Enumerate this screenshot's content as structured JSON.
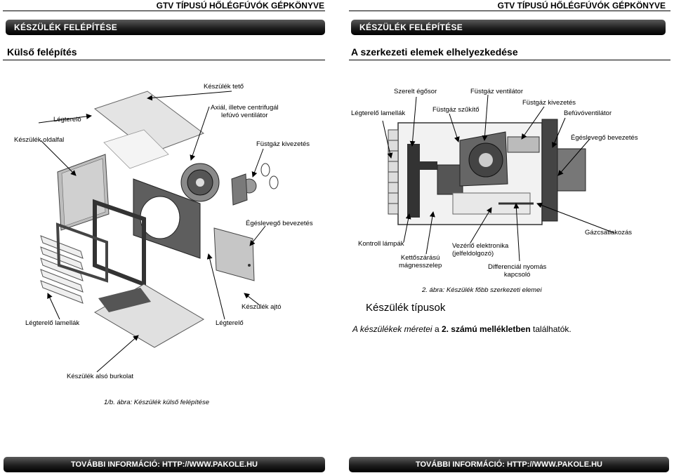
{
  "left": {
    "running_header": "GTV TÍPUSÚ HŐLÉGFÚVÓK GÉPKÖNYVE",
    "section_bar": "KÉSZÜLÉK FELÉPÍTÉSE",
    "subtitle": "Külső felépítés",
    "labels": {
      "top": "Készülék tető",
      "fan": "Axiál, illetve centrifugál\nlefúvó ventilátor",
      "deflector": "Légterelő",
      "side": "Készülék oldalfal",
      "flue": "Füstgáz kivezetés",
      "combustion": "Égéslevegő bevezetés",
      "deflector_slats": "Légterelő lamellák",
      "deflector2": "Légterelő",
      "door": "Készülék ajtó",
      "bottom": "Készülék alsó burkolat"
    },
    "caption": "1/b. ábra: Készülék külső felépítése",
    "footer": "TOVÁBBI INFORMÁCIÓ: HTTP://WWW.PAKOLE.HU"
  },
  "right": {
    "running_header": "GTV TÍPUSÚ HŐLÉGFÚVÓK GÉPKÖNYVE",
    "section_bar": "KÉSZÜLÉK FELÉPÍTÉSE",
    "subtitle": "A szerkezeti elemek elhelyezkedése",
    "labels": {
      "burner": "Szerelt égősor",
      "flue_fan": "Füstgáz ventilátor",
      "flue_narrow": "Füstgáz szűkítő",
      "flue_out": "Füstgáz kivezetés",
      "blower": "Befúvóventilátor",
      "slats": "Légterelő lamellák",
      "combustion": "Égéslevegő bevezetés",
      "gas": "Gázcsatlakozás",
      "lamps": "Kontroll lámpák",
      "valve": "Kettőszárású\nmágnesszelep",
      "electronics": "Vezérlő elektronika\n(jelfeldolgozó)",
      "pressure": "Differenciál nyomás\nkapcsoló"
    },
    "caption": "2. ábra: Készülék főbb szerkezeti elemei",
    "types_title": "Készülék típusok",
    "text_italic": "A készülékek méretei",
    "text_mid": " a ",
    "text_bold": "2. számú mellékletben",
    "text_end": " találhatók.",
    "footer": "TOVÁBBI INFORMÁCIÓ: HTTP://WWW.PAKOLE.HU"
  },
  "colors": {
    "bar": "#1e1e1e",
    "panel": "#d8d8d8"
  }
}
